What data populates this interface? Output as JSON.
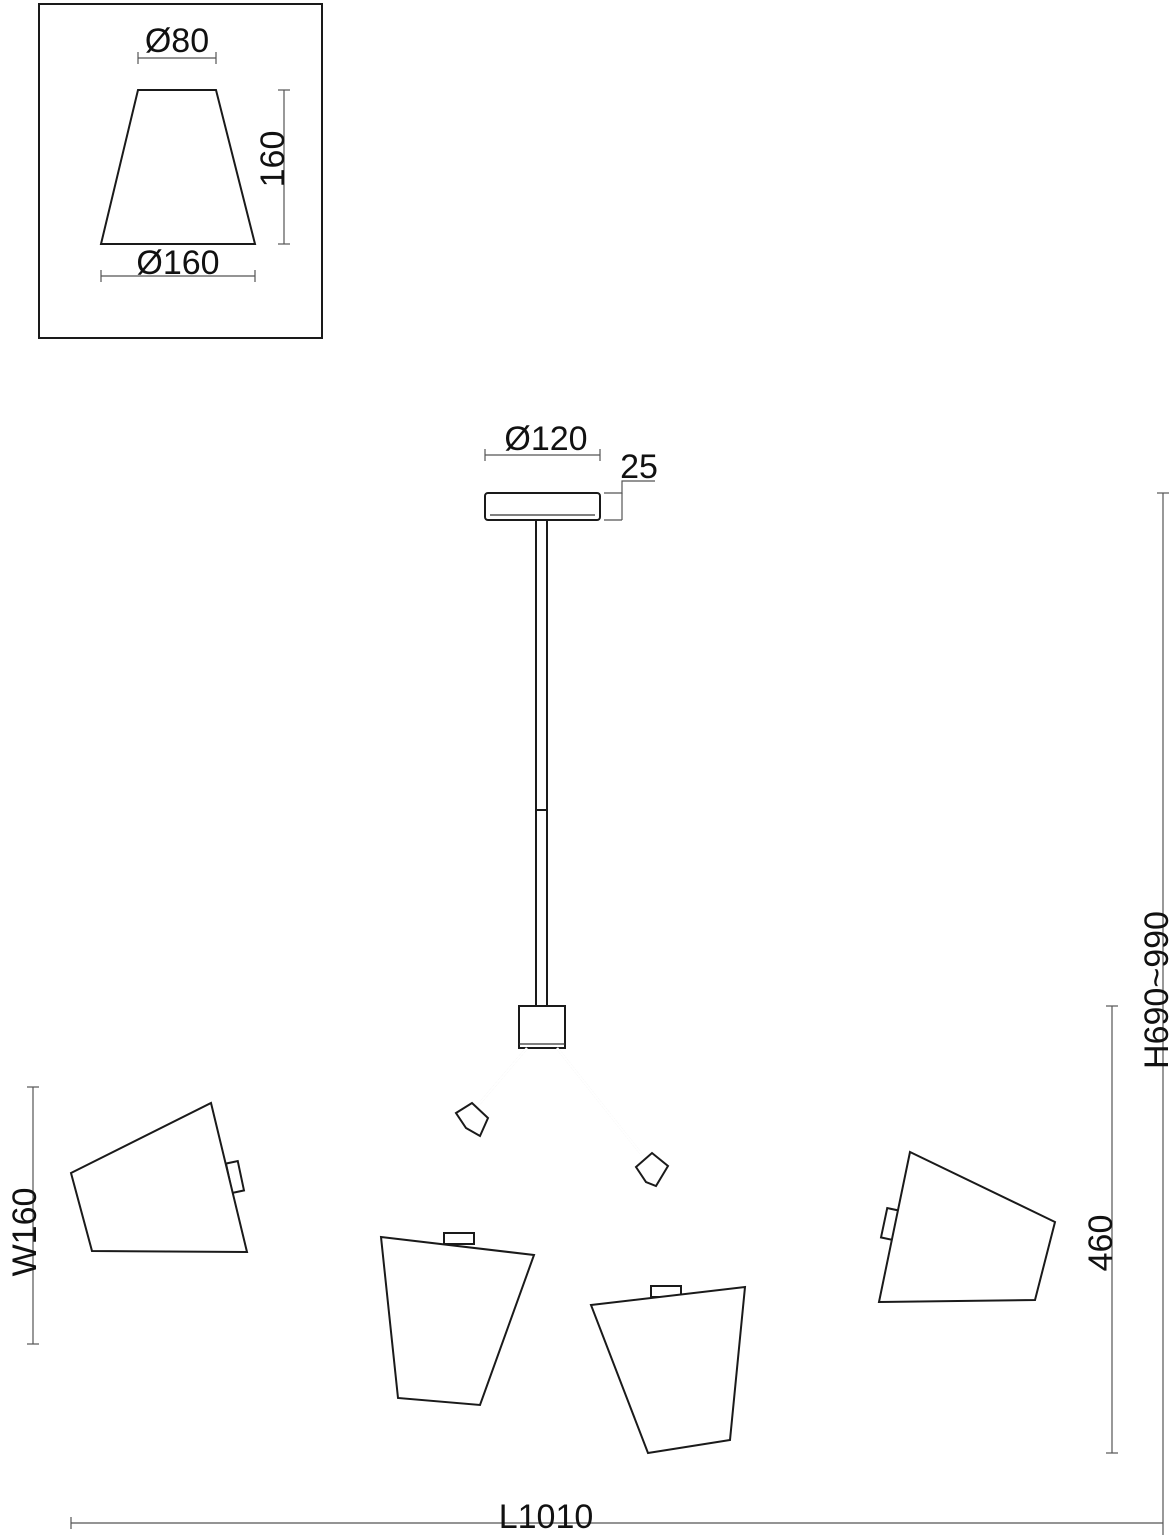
{
  "inset": {
    "top_diameter": "Ø80",
    "height": "160",
    "bottom_diameter": "Ø160"
  },
  "canopy": {
    "diameter": "Ø120",
    "thickness": "25"
  },
  "dimensions": {
    "height": "H690~990",
    "drop": "460",
    "width": "W160",
    "length": "L1010"
  }
}
